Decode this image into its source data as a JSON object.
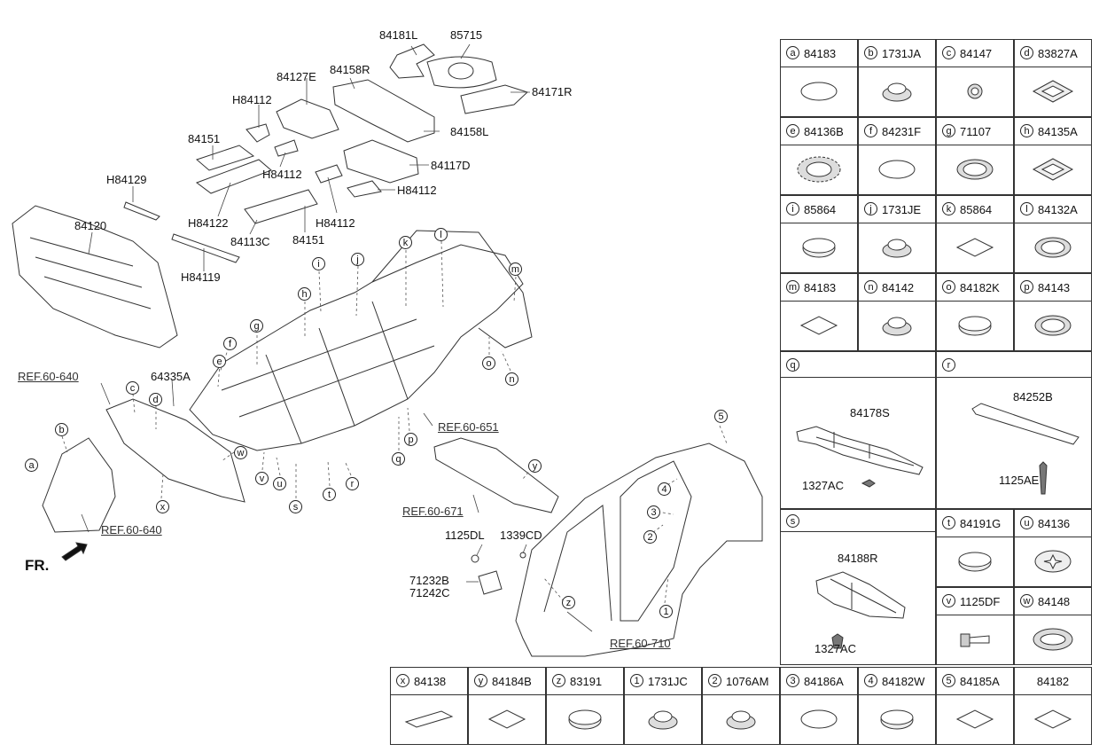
{
  "figure": {
    "front_label": "FR.",
    "part_labels": [
      "84181L",
      "85715",
      "84127E",
      "84158R",
      "84171R",
      "H84112",
      "84158L",
      "84151",
      "84117D",
      "H84112",
      "H84129",
      "H84112",
      "H84122",
      "H84112",
      "84113C",
      "84151",
      "84120",
      "H84119",
      "64335A",
      "84178S",
      "1327AC",
      "84252B",
      "1125AE",
      "84188R",
      "1327AC",
      "1125DL",
      "1339CD",
      "71232B",
      "71242C"
    ],
    "refs": [
      "REF.60-640",
      "REF.60-640",
      "REF.60-651",
      "REF.60-671",
      "REF.60-710"
    ],
    "callouts": [
      "a",
      "b",
      "c",
      "d",
      "e",
      "f",
      "g",
      "h",
      "i",
      "j",
      "k",
      "l",
      "m",
      "n",
      "o",
      "p",
      "q",
      "r",
      "s",
      "t",
      "u",
      "v",
      "w",
      "x",
      "y",
      "z",
      "1",
      "2",
      "3",
      "4",
      "5"
    ]
  },
  "legend": {
    "cells": [
      {
        "key": "a",
        "part": "84183",
        "icon": "oval-pad-icon"
      },
      {
        "key": "b",
        "part": "1731JA",
        "icon": "grommet-icon"
      },
      {
        "key": "c",
        "part": "84147",
        "icon": "small-plug-icon"
      },
      {
        "key": "d",
        "part": "83827A",
        "icon": "square-plug-icon"
      },
      {
        "key": "e",
        "part": "84136B",
        "icon": "gear-plug-icon"
      },
      {
        "key": "f",
        "part": "84231F",
        "icon": "oval-pad-icon"
      },
      {
        "key": "g",
        "part": "71107",
        "icon": "ring-plug-icon"
      },
      {
        "key": "h",
        "part": "84135A",
        "icon": "square-plug-icon"
      },
      {
        "key": "i",
        "part": "85864",
        "icon": "disc-plug-icon"
      },
      {
        "key": "j",
        "part": "1731JE",
        "icon": "grommet-icon"
      },
      {
        "key": "k",
        "part": "85864",
        "icon": "diamond-pad-icon"
      },
      {
        "key": "l",
        "part": "84132A",
        "icon": "ring-plug-icon"
      },
      {
        "key": "m",
        "part": "84183",
        "icon": "diamond-pad-icon"
      },
      {
        "key": "n",
        "part": "84142",
        "icon": "grommet-icon"
      },
      {
        "key": "o",
        "part": "84182K",
        "icon": "disc-plug-icon"
      },
      {
        "key": "p",
        "part": "84143",
        "icon": "ring-plug-icon"
      }
    ],
    "q": {
      "key": "q",
      "parts": [
        "84178S",
        "1327AC"
      ]
    },
    "r": {
      "key": "r",
      "parts": [
        "84252B",
        "1125AE"
      ]
    },
    "s": {
      "key": "s",
      "parts": [
        "84188R",
        "1327AC"
      ]
    },
    "small_cells": [
      {
        "key": "t",
        "part": "84191G",
        "icon": "disc-plug-icon"
      },
      {
        "key": "u",
        "part": "84136",
        "icon": "star-plug-icon"
      },
      {
        "key": "v",
        "part": "1125DF",
        "icon": "bolt-icon"
      },
      {
        "key": "w",
        "part": "84148",
        "icon": "oblong-plug-icon"
      }
    ],
    "bottom_cells": [
      {
        "key": "x",
        "part": "84138",
        "icon": "strip-pad-icon"
      },
      {
        "key": "y",
        "part": "84184B",
        "icon": "diamond-pad-icon"
      },
      {
        "key": "z",
        "part": "83191",
        "icon": "disc-plug-icon"
      },
      {
        "key": "1",
        "part": "1731JC",
        "icon": "grommet-icon"
      },
      {
        "key": "2",
        "part": "1076AM",
        "icon": "grommet-icon"
      },
      {
        "key": "3",
        "part": "84186A",
        "icon": "oval-pad-icon"
      },
      {
        "key": "4",
        "part": "84182W",
        "icon": "disc-plug-icon"
      },
      {
        "key": "5",
        "part": "84185A",
        "icon": "diamond-pad-icon"
      },
      {
        "key": "",
        "part": "84182",
        "icon": "diamond-pad-icon"
      }
    ]
  }
}
